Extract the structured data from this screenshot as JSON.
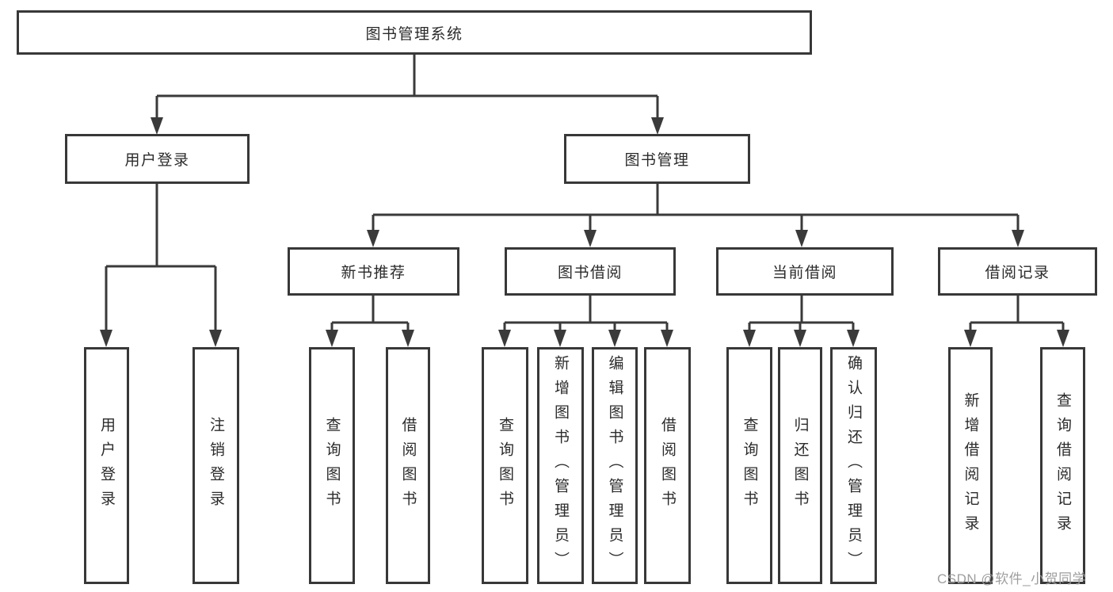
{
  "nodes": {
    "root": "图书管理系统",
    "user_login": "用户登录",
    "book_mgmt": "图书管理",
    "new_book_rec": "新书推荐",
    "book_borrow": "图书借阅",
    "current_borrow": "当前借阅",
    "borrow_records": "借阅记录",
    "leaf_user_login": "用户登录",
    "leaf_logout": "注销登录",
    "leaf_query_book_rec": "查询图书",
    "leaf_borrow_book_rec": "借阅图书",
    "leaf_query_book_borrow": "查询图书",
    "leaf_add_book": "新增图书（管理员）",
    "leaf_edit_book": "编辑图书（管理员）",
    "leaf_borrow_book_borrow": "借阅图书",
    "leaf_query_book_current": "查询图书",
    "leaf_return_book": "归还图书",
    "leaf_confirm_return": "确认归还（管理员）",
    "leaf_add_record": "新增借阅记录",
    "leaf_query_record": "查询借阅记录"
  },
  "watermark": "CSDN @软件_小贺同学",
  "colors": {
    "background": "#ffffff",
    "box_bg": "#ffffff",
    "box_border": "#383838",
    "line": "#3a3a3a",
    "text": "#2b2b2b",
    "watermark": "#9e9e9e"
  }
}
